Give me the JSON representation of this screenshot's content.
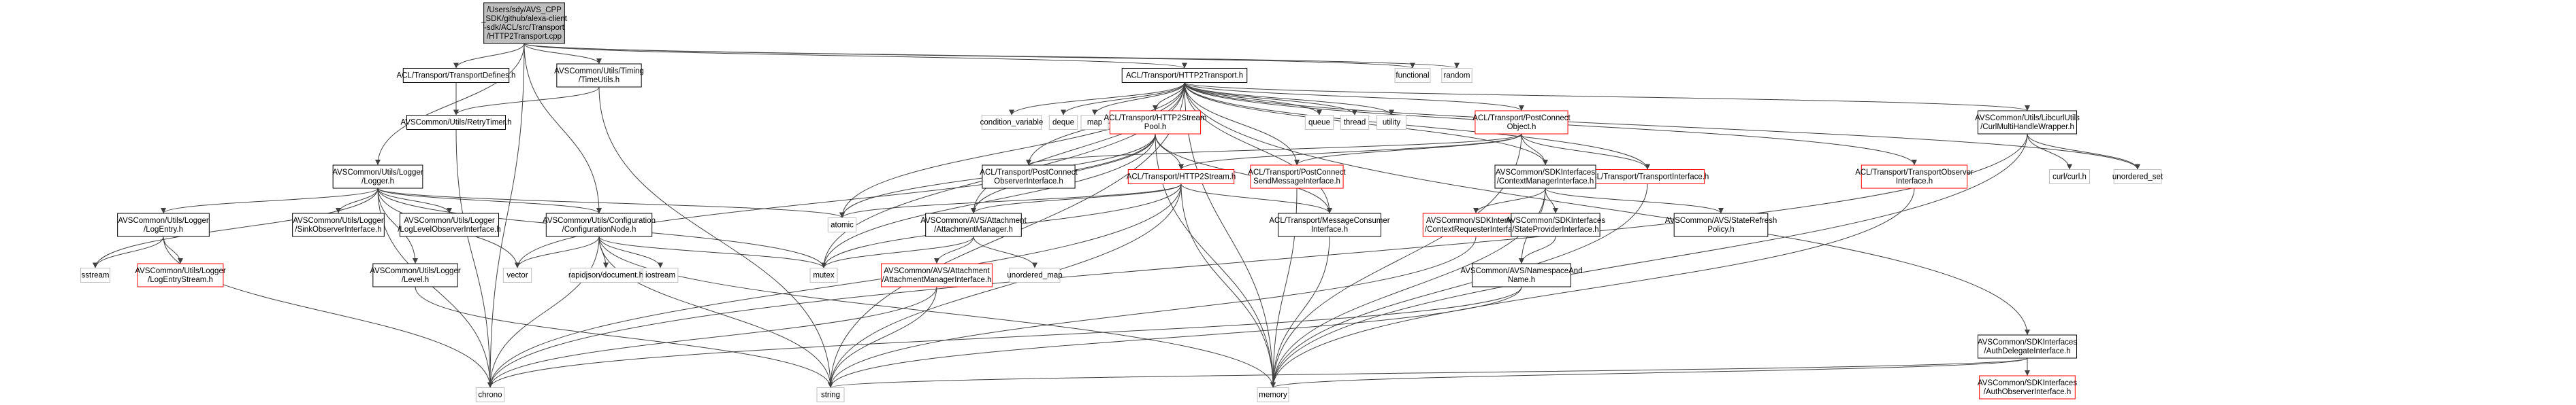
{
  "diagram": {
    "type": "include-dependency-graph",
    "root": "root",
    "colors": {
      "root_fill": "#bfbfbf",
      "root_stroke": "#000000",
      "node_fill": "#ffffff",
      "node_stroke": "#000000",
      "missing_stroke": "#bfbfbf",
      "incomplete_stroke": "#ff0000",
      "edge": "#404040",
      "text": "#000000"
    },
    "nodes": [
      {
        "id": "root",
        "kind": "root",
        "lines": [
          "/Users/sdy/AVS_CPP",
          "_SDK/github/alexa-client",
          "-sdk/ACL/src/Transport",
          "/HTTP2Transport.cpp"
        ]
      },
      {
        "id": "transportdefines",
        "kind": "normal",
        "lines": [
          "ACL/Transport/TransportDefines.h"
        ]
      },
      {
        "id": "timeutils",
        "kind": "normal",
        "lines": [
          "AVSCommon/Utils/Timing",
          "/TimeUtils.h"
        ]
      },
      {
        "id": "http2transport",
        "kind": "normal",
        "lines": [
          "ACL/Transport/HTTP2Transport.h"
        ]
      },
      {
        "id": "functional",
        "kind": "system",
        "lines": [
          "functional"
        ]
      },
      {
        "id": "random",
        "kind": "system",
        "lines": [
          "random"
        ]
      },
      {
        "id": "retrytimer",
        "kind": "normal",
        "lines": [
          "AVSCommon/Utils/RetryTimer.h"
        ]
      },
      {
        "id": "logger",
        "kind": "normal",
        "lines": [
          "AVSCommon/Utils/Logger",
          "/Logger.h"
        ]
      },
      {
        "id": "configurationnode",
        "kind": "normal",
        "lines": [
          "AVSCommon/Utils/Configuration",
          "/ConfigurationNode.h"
        ]
      },
      {
        "id": "logentry",
        "kind": "normal",
        "lines": [
          "AVSCommon/Utils/Logger",
          "/LogEntry.h"
        ]
      },
      {
        "id": "logentrystream",
        "kind": "incomplete",
        "lines": [
          "AVSCommon/Utils/Logger",
          "/LogEntryStream.h"
        ]
      },
      {
        "id": "sinkobserver",
        "kind": "normal",
        "lines": [
          "AVSCommon/Utils/Logger",
          "/SinkObserverInterface.h"
        ]
      },
      {
        "id": "loglevelobserver",
        "kind": "normal",
        "lines": [
          "AVSCommon/Utils/Logger",
          "/LogLevelObserverInterface.h"
        ]
      },
      {
        "id": "level",
        "kind": "normal",
        "lines": [
          "AVSCommon/Utils/Logger",
          "/Level.h"
        ]
      },
      {
        "id": "sstream",
        "kind": "system",
        "lines": [
          "sstream"
        ]
      },
      {
        "id": "vector",
        "kind": "system",
        "lines": [
          "vector"
        ]
      },
      {
        "id": "chrono",
        "kind": "system",
        "lines": [
          "chrono"
        ]
      },
      {
        "id": "rapidjson",
        "kind": "system",
        "lines": [
          "rapidjson/document.h"
        ]
      },
      {
        "id": "iostream",
        "kind": "system",
        "lines": [
          "iostream"
        ]
      },
      {
        "id": "mutex",
        "kind": "system",
        "lines": [
          "mutex"
        ]
      },
      {
        "id": "atomic",
        "kind": "system",
        "lines": [
          "atomic"
        ]
      },
      {
        "id": "string",
        "kind": "system",
        "lines": [
          "string"
        ]
      },
      {
        "id": "memory",
        "kind": "system",
        "lines": [
          "memory"
        ]
      },
      {
        "id": "condvar",
        "kind": "system",
        "lines": [
          "condition_variable"
        ]
      },
      {
        "id": "deque",
        "kind": "system",
        "lines": [
          "deque"
        ]
      },
      {
        "id": "map",
        "kind": "system",
        "lines": [
          "map"
        ]
      },
      {
        "id": "queue",
        "kind": "system",
        "lines": [
          "queue"
        ]
      },
      {
        "id": "thread",
        "kind": "system",
        "lines": [
          "thread"
        ]
      },
      {
        "id": "utility",
        "kind": "system",
        "lines": [
          "utility"
        ]
      },
      {
        "id": "streampool",
        "kind": "incomplete",
        "lines": [
          "ACL/Transport/HTTP2Stream",
          "Pool.h"
        ]
      },
      {
        "id": "postconnectobject",
        "kind": "incomplete",
        "lines": [
          "ACL/Transport/PostConnect",
          "Object.h"
        ]
      },
      {
        "id": "curlmulti",
        "kind": "normal",
        "lines": [
          "AVSCommon/Utils/LibcurlUtils",
          "/CurlMultiHandleWrapper.h"
        ]
      },
      {
        "id": "unorderedset",
        "kind": "system",
        "lines": [
          "unordered_set"
        ]
      },
      {
        "id": "curl",
        "kind": "system",
        "lines": [
          "curl/curl.h"
        ]
      },
      {
        "id": "transportobserver",
        "kind": "incomplete",
        "lines": [
          "ACL/Transport/TransportObserver",
          "Interface.h"
        ]
      },
      {
        "id": "transportinterface",
        "kind": "incomplete",
        "lines": [
          "ACL/Transport/TransportInterface.h"
        ]
      },
      {
        "id": "contextmanager",
        "kind": "normal",
        "lines": [
          "AVSCommon/SDKInterfaces",
          "/ContextManagerInterface.h"
        ]
      },
      {
        "id": "pcobserver",
        "kind": "normal",
        "lines": [
          "ACL/Transport/PostConnect",
          "ObserverInterface.h"
        ]
      },
      {
        "id": "pcsendmessage",
        "kind": "incomplete",
        "lines": [
          "ACL/Transport/PostConnect",
          "SendMessageInterface.h"
        ]
      },
      {
        "id": "http2stream",
        "kind": "incomplete",
        "lines": [
          "ACL/Transport/HTTP2Stream.h"
        ]
      },
      {
        "id": "attachmentmanager",
        "kind": "normal",
        "lines": [
          "AVSCommon/AVS/Attachment",
          "/AttachmentManager.h"
        ]
      },
      {
        "id": "attachmentmanagerif",
        "kind": "incomplete",
        "lines": [
          "AVSCommon/AVS/Attachment",
          "/AttachmentManagerInterface.h"
        ]
      },
      {
        "id": "unorderedmap",
        "kind": "system",
        "lines": [
          "unordered_map"
        ]
      },
      {
        "id": "messageconsumer",
        "kind": "normal",
        "lines": [
          "ACL/Transport/MessageConsumer",
          "Interface.h"
        ]
      },
      {
        "id": "contextrequester",
        "kind": "incomplete",
        "lines": [
          "AVSCommon/SDKInterfaces",
          "/ContextRequesterInterface.h"
        ]
      },
      {
        "id": "stateprovider",
        "kind": "normal",
        "lines": [
          "AVSCommon/SDKInterfaces",
          "/StateProviderInterface.h"
        ]
      },
      {
        "id": "staterefresh",
        "kind": "normal",
        "lines": [
          "AVSCommon/AVS/StateRefresh",
          "Policy.h"
        ]
      },
      {
        "id": "namespaceandname",
        "kind": "normal",
        "lines": [
          "AVSCommon/AVS/NamespaceAnd",
          "Name.h"
        ]
      },
      {
        "id": "authdelegate",
        "kind": "normal",
        "lines": [
          "AVSCommon/SDKInterfaces",
          "/AuthDelegateInterface.h"
        ]
      },
      {
        "id": "authobserver",
        "kind": "incomplete",
        "lines": [
          "AVSCommon/SDKInterfaces",
          "/AuthObserverInterface.h"
        ]
      }
    ],
    "edges": [
      [
        "root",
        "transportdefines"
      ],
      [
        "root",
        "timeutils"
      ],
      [
        "root",
        "http2transport"
      ],
      [
        "root",
        "functional"
      ],
      [
        "root",
        "random"
      ],
      [
        "root",
        "logger"
      ],
      [
        "root",
        "configurationnode"
      ],
      [
        "root",
        "chrono"
      ],
      [
        "transportdefines",
        "retrytimer"
      ],
      [
        "timeutils",
        "retrytimer"
      ],
      [
        "timeutils",
        "string"
      ],
      [
        "retrytimer",
        "chrono"
      ],
      [
        "http2transport",
        "condvar"
      ],
      [
        "http2transport",
        "deque"
      ],
      [
        "http2transport",
        "map"
      ],
      [
        "http2transport",
        "queue"
      ],
      [
        "http2transport",
        "thread"
      ],
      [
        "http2transport",
        "utility"
      ],
      [
        "http2transport",
        "streampool"
      ],
      [
        "http2transport",
        "postconnectobject"
      ],
      [
        "http2transport",
        "curlmulti"
      ],
      [
        "http2transport",
        "unorderedset"
      ],
      [
        "http2transport",
        "transportobserver"
      ],
      [
        "http2transport",
        "transportinterface"
      ],
      [
        "http2transport",
        "contextmanager"
      ],
      [
        "http2transport",
        "pcobserver"
      ],
      [
        "http2transport",
        "pcsendmessage"
      ],
      [
        "http2transport",
        "messageconsumer"
      ],
      [
        "http2transport",
        "attachmentmanager"
      ],
      [
        "http2transport",
        "authdelegate"
      ],
      [
        "http2transport",
        "atomic"
      ],
      [
        "http2transport",
        "mutex"
      ],
      [
        "http2transport",
        "string"
      ],
      [
        "http2transport",
        "memory"
      ],
      [
        "logger",
        "sinkobserver"
      ],
      [
        "logger",
        "loglevelobserver"
      ],
      [
        "logger",
        "logentry"
      ],
      [
        "logger",
        "level"
      ],
      [
        "logger",
        "sstream"
      ],
      [
        "logger",
        "vector"
      ],
      [
        "logger",
        "atomic"
      ],
      [
        "logger",
        "mutex"
      ],
      [
        "logger",
        "chrono"
      ],
      [
        "logger",
        "configurationnode"
      ],
      [
        "logentry",
        "logentrystream"
      ],
      [
        "logentry",
        "sstream"
      ],
      [
        "logentry",
        "chrono"
      ],
      [
        "configurationnode",
        "rapidjson"
      ],
      [
        "configurationnode",
        "iostream"
      ],
      [
        "configurationnode",
        "mutex"
      ],
      [
        "configurationnode",
        "string"
      ],
      [
        "configurationnode",
        "vector"
      ],
      [
        "configurationnode",
        "chrono"
      ],
      [
        "configurationnode",
        "memory"
      ],
      [
        "level",
        "string"
      ],
      [
        "streampool",
        "http2stream"
      ],
      [
        "streampool",
        "atomic"
      ],
      [
        "streampool",
        "mutex"
      ],
      [
        "streampool",
        "vector"
      ],
      [
        "streampool",
        "memory"
      ],
      [
        "streampool",
        "attachmentmanager"
      ],
      [
        "streampool",
        "messageconsumer"
      ],
      [
        "http2stream",
        "attachmentmanager"
      ],
      [
        "http2stream",
        "messageconsumer"
      ],
      [
        "http2stream",
        "mutex"
      ],
      [
        "http2stream",
        "string"
      ],
      [
        "http2stream",
        "memory"
      ],
      [
        "http2stream",
        "chrono"
      ],
      [
        "http2stream",
        "atomic"
      ],
      [
        "attachmentmanager",
        "attachmentmanagerif"
      ],
      [
        "attachmentmanager",
        "unorderedmap"
      ],
      [
        "attachmentmanager",
        "mutex"
      ],
      [
        "attachmentmanagerif",
        "string"
      ],
      [
        "attachmentmanagerif",
        "chrono"
      ],
      [
        "messageconsumer",
        "memory"
      ],
      [
        "postconnectobject",
        "contextmanager"
      ],
      [
        "postconnectobject",
        "pcobserver"
      ],
      [
        "postconnectobject",
        "pcsendmessage"
      ],
      [
        "postconnectobject",
        "transportinterface"
      ],
      [
        "postconnectobject",
        "http2stream"
      ],
      [
        "postconnectobject",
        "memory"
      ],
      [
        "contextmanager",
        "contextrequester"
      ],
      [
        "contextmanager",
        "stateprovider"
      ],
      [
        "contextmanager",
        "staterefresh"
      ],
      [
        "contextmanager",
        "namespaceandname"
      ],
      [
        "contextmanager",
        "memory"
      ],
      [
        "contextrequester",
        "string"
      ],
      [
        "stateprovider",
        "namespaceandname"
      ],
      [
        "namespaceandname",
        "string"
      ],
      [
        "namespaceandname",
        "chrono"
      ],
      [
        "transportinterface",
        "memory"
      ],
      [
        "transportobserver",
        "memory"
      ],
      [
        "pcsendmessage",
        "memory"
      ],
      [
        "curlmulti",
        "curl"
      ],
      [
        "curlmulti",
        "unorderedset"
      ],
      [
        "curlmulti",
        "chrono"
      ],
      [
        "curlmulti",
        "memory"
      ],
      [
        "authdelegate",
        "authobserver"
      ],
      [
        "authdelegate",
        "memory"
      ],
      [
        "authdelegate",
        "string"
      ]
    ]
  }
}
